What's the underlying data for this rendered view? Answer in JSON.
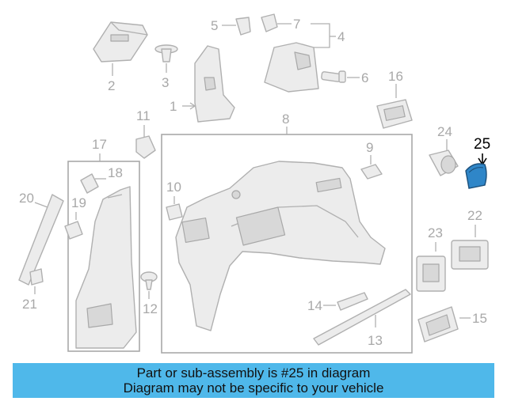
{
  "callouts": {
    "c1": "1",
    "c2": "2",
    "c3": "3",
    "c4": "4",
    "c5": "5",
    "c6": "6",
    "c7": "7",
    "c8": "8",
    "c9": "9",
    "c10": "10",
    "c11": "11",
    "c12": "12",
    "c13": "13",
    "c14": "14",
    "c15": "15",
    "c16": "16",
    "c17": "17",
    "c18": "18",
    "c19": "19",
    "c20": "20",
    "c21": "21",
    "c22": "22",
    "c23": "23",
    "c24": "24",
    "c25": "25"
  },
  "highlight": {
    "part_number": "25",
    "color": "#2f86c8"
  },
  "banner": {
    "line1": "Part or sub-assembly is #25 in diagram",
    "line2": "Diagram may not be specific to your vehicle",
    "color": "#4fb8ea"
  }
}
